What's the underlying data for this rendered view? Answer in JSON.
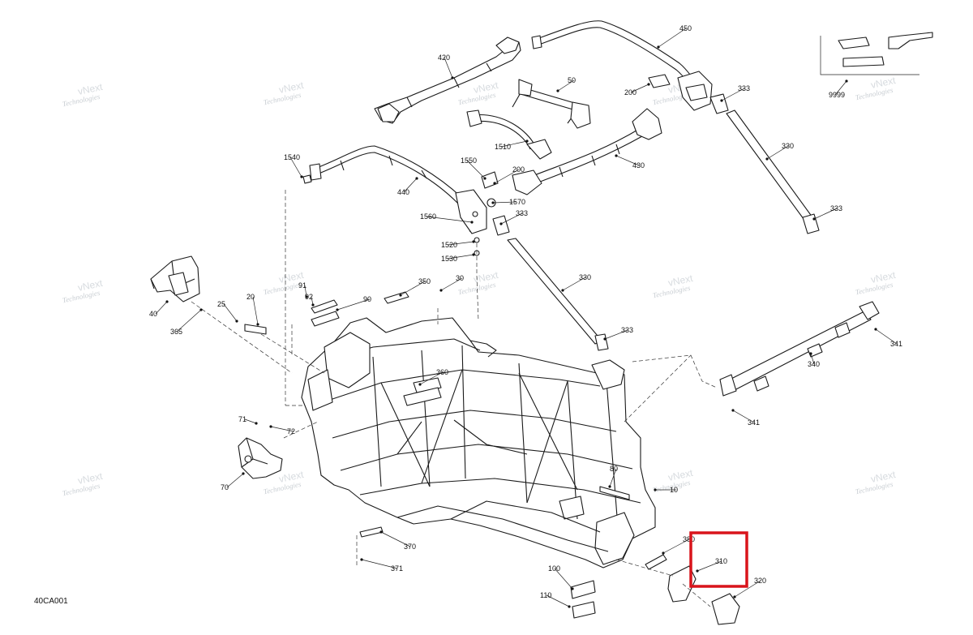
{
  "diagram": {
    "code": "40CA001",
    "watermark_line1": "vNext",
    "watermark_line2": "Technologies",
    "highlighted_part": "310",
    "callouts": [
      "420",
      "450",
      "50",
      "200",
      "333",
      "9999",
      "1540",
      "1550",
      "200",
      "440",
      "1510",
      "430",
      "330",
      "1570",
      "333",
      "1560",
      "333",
      "1520",
      "1530",
      "330",
      "350",
      "30",
      "91",
      "92",
      "90",
      "40",
      "25",
      "20",
      "365",
      "333",
      "341",
      "340",
      "360",
      "341",
      "71",
      "72",
      "70",
      "80",
      "10",
      "380",
      "310",
      "320",
      "370",
      "100",
      "110",
      "371"
    ]
  }
}
